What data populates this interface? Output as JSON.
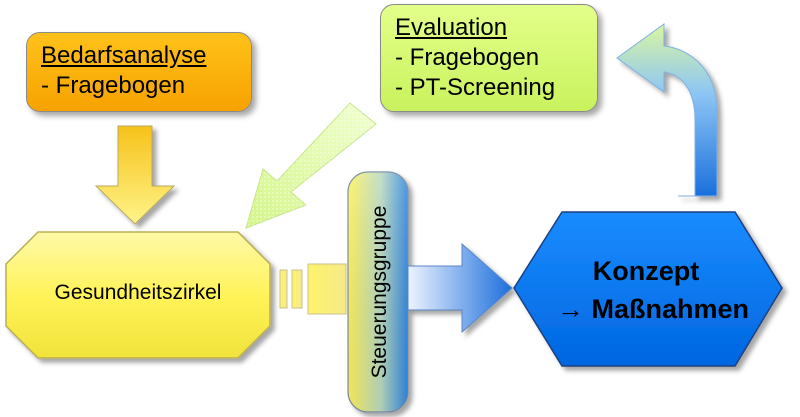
{
  "bedarfsanalyse": {
    "title": "Bedarfsanalyse",
    "item": "- Fragebogen"
  },
  "evaluation": {
    "title": "Evaluation",
    "items": [
      "- Fragebogen",
      "- PT-Screening"
    ]
  },
  "gesundheitszirkel": {
    "label": "Gesundheitszirkel"
  },
  "steuerungsgruppe": {
    "label": "Steuerungsgruppe"
  },
  "konzept": {
    "line1": "Konzept",
    "line2": "→ Maßnahmen"
  },
  "colors": {
    "orange": "#f7a200",
    "light_green": "#d6f87a",
    "yellow": "#fff55a",
    "blue": "#1976e6",
    "konzept_fill": "#0b7cf2"
  }
}
